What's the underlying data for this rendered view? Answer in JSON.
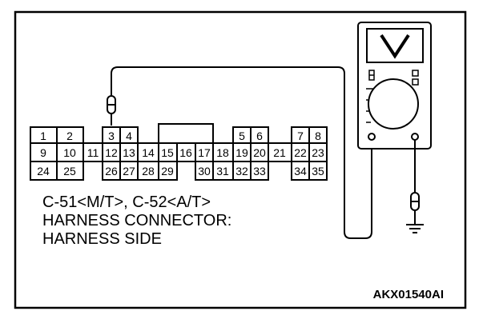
{
  "connector": {
    "rows": [
      [
        "1",
        "2",
        "3",
        "4",
        "5",
        "6",
        "7",
        "8"
      ],
      [
        "9",
        "10",
        "11",
        "12",
        "13",
        "14",
        "15",
        "16",
        "17",
        "18",
        "19",
        "20",
        "21",
        "22",
        "23"
      ],
      [
        "24",
        "25",
        "26",
        "27",
        "28",
        "29",
        "30",
        "31",
        "32",
        "33",
        "34",
        "35"
      ]
    ]
  },
  "caption": {
    "line1": "C-51<M/T>, C-52<A/T>",
    "line2": "HARNESS CONNECTOR:",
    "line3": "HARNESS SIDE"
  },
  "meter": {
    "display_symbol": "V"
  },
  "figure_code": "AKX01540AI"
}
